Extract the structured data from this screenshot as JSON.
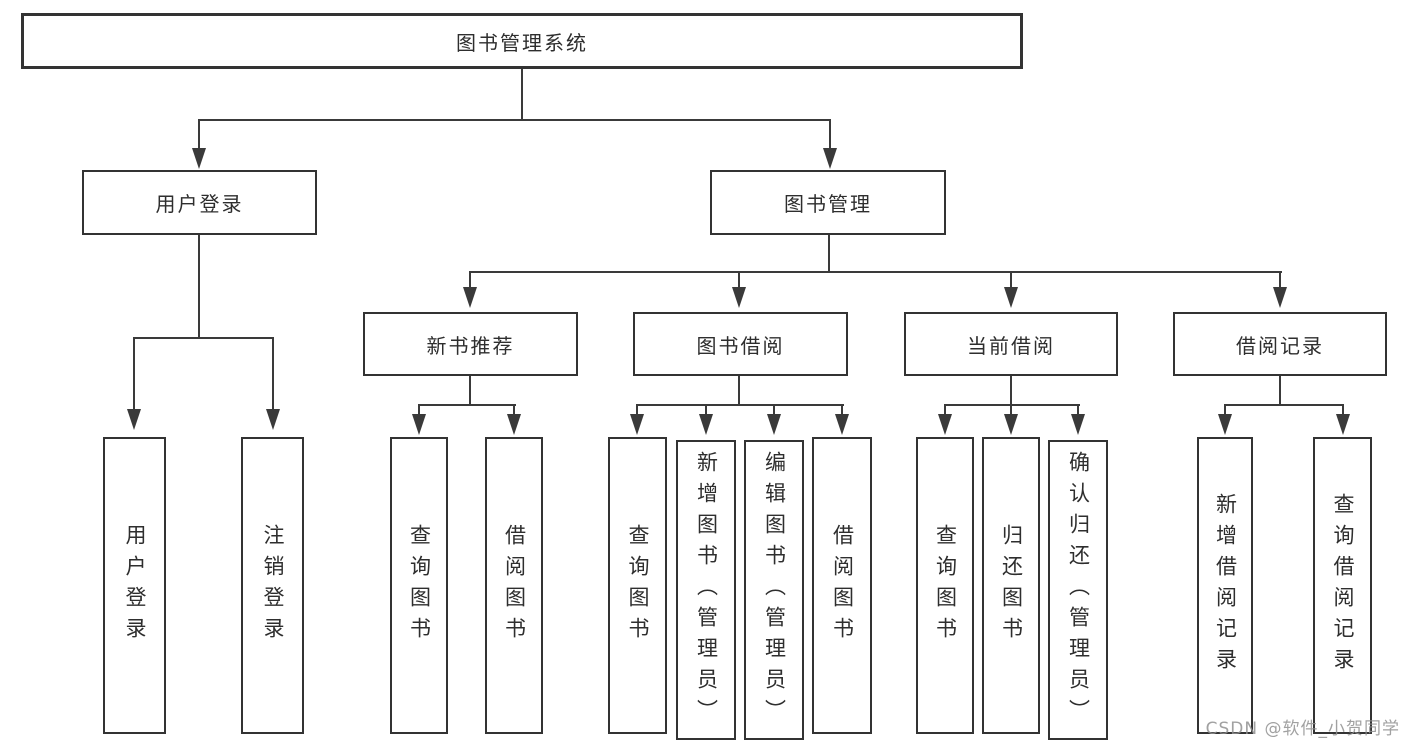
{
  "diagram": {
    "root": {
      "label": "图书管理系统"
    },
    "level2": [
      {
        "label": "用户登录"
      },
      {
        "label": "图书管理"
      }
    ],
    "level3": [
      {
        "label": "新书推荐"
      },
      {
        "label": "图书借阅"
      },
      {
        "label": "当前借阅"
      },
      {
        "label": "借阅记录"
      }
    ],
    "leaves": {
      "user": [
        "用户登录",
        "注销登录"
      ],
      "recommend": [
        "查询图书",
        "借阅图书"
      ],
      "borrow": [
        "查询图书",
        "新增图书（管理员）",
        "编辑图书（管理员）",
        "借阅图书"
      ],
      "current": [
        "查询图书",
        "归还图书",
        "确认归还（管理员）"
      ],
      "record": [
        "新增借阅记录",
        "查询借阅记录"
      ]
    },
    "colors": {
      "line": "#3a3a3a",
      "border": "#333333",
      "text": "#2e2e2e",
      "background": "#ffffff"
    }
  },
  "watermark": {
    "text": "CSDN @软件_小贺同学"
  }
}
